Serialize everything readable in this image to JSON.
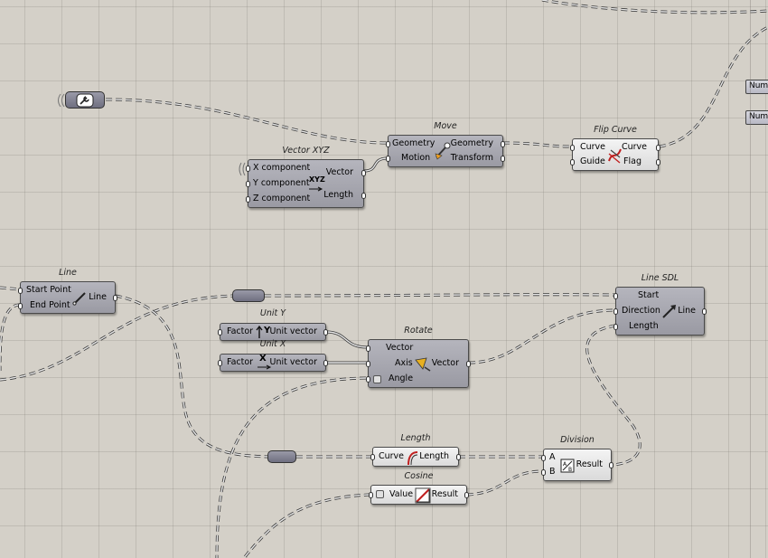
{
  "components": {
    "move": {
      "title": "Move",
      "in": [
        "Geometry",
        "Motion"
      ],
      "out": [
        "Geometry",
        "Transform"
      ]
    },
    "flip_curve": {
      "title": "Flip Curve",
      "in": [
        "Curve",
        "Guide"
      ],
      "out": [
        "Curve",
        "Flag"
      ]
    },
    "vector_xyz": {
      "title": "Vector XYZ",
      "in": [
        "X component",
        "Y component",
        "Z component"
      ],
      "out": [
        "Vector",
        "Length"
      ],
      "icon_text": "XYZ"
    },
    "line": {
      "title": "Line",
      "in": [
        "Start Point",
        "End Point"
      ],
      "out": [
        "Line"
      ]
    },
    "line_sdl": {
      "title": "Line SDL",
      "in": [
        "Start",
        "Direction",
        "Length"
      ],
      "out": [
        "Line"
      ]
    },
    "unit_y": {
      "title": "Unit Y",
      "in": [
        "Factor"
      ],
      "out": [
        "Unit vector"
      ],
      "icon_text": "Y"
    },
    "unit_x": {
      "title": "Unit X",
      "in": [
        "Factor"
      ],
      "out": [
        "Unit vector"
      ],
      "icon_text": "X"
    },
    "rotate": {
      "title": "Rotate",
      "in": [
        "Vector",
        "Axis",
        "Angle"
      ],
      "out": [
        "Vector"
      ]
    },
    "length": {
      "title": "Length",
      "in": [
        "Curve"
      ],
      "out": [
        "Length"
      ]
    },
    "division": {
      "title": "Division",
      "in": [
        "A",
        "B"
      ],
      "out": [
        "Result"
      ]
    },
    "cosine": {
      "title": "Cosine",
      "in": [
        "Value"
      ],
      "out": [
        "Result"
      ]
    }
  },
  "edge_buttons": [
    "Num",
    "Num"
  ],
  "icons": {
    "param_top": "wrench-icon",
    "param_line": "relay-icon",
    "param_length": "relay-icon",
    "move": "move-arrow-icon",
    "flip_curve": "flip-curve-icon",
    "vector_xyz": "vector-xyz-icon",
    "line": "line-icon",
    "line_sdl": "line-sdl-icon",
    "unit_y": "unit-y-icon",
    "unit_x": "unit-x-icon",
    "rotate": "rotate-icon",
    "length": "curve-length-icon",
    "division": "division-icon",
    "cosine": "cosine-icon"
  },
  "colors": {
    "canvas": "#d4d0c8",
    "component_dark": "#a5a5ae",
    "component_light": "#e6e6e6",
    "wire": "#3a3a3a"
  }
}
